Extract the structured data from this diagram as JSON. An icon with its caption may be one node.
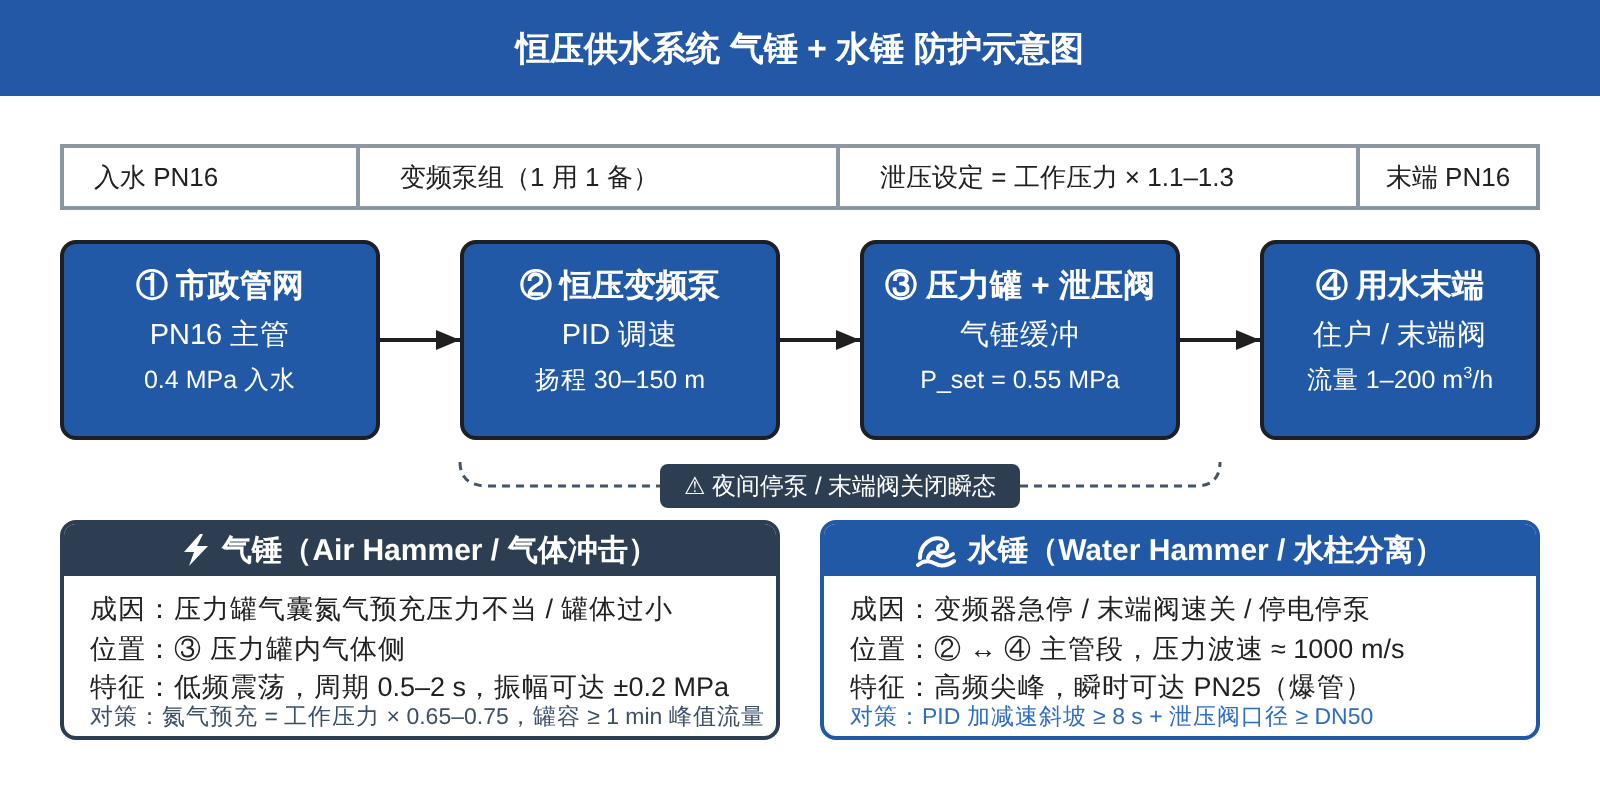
{
  "diagram": {
    "title": "恒压供水系统 气锤 + 水锤 防护示意图",
    "nodes": [
      {
        "text": [
          "① 市政管网",
          "PN16 主管",
          "0.4 MPa 入水"
        ]
      },
      {
        "text": [
          "② 恒压变频泵",
          "PID 调速",
          "扬程 30–150 m"
        ]
      },
      {
        "text": [
          "③ 压力罐 + 泄压阀",
          "气锤缓冲",
          "P_set = 0.55 MPa"
        ]
      },
      {
        "text": [
          "④ 用水末端",
          "住户 / 末端阀",
          "流量 1–200 m$^{3}$/h"
        ]
      },
      {
        "text": [
          "⚠ 夜间停泵 / 末端阀关闭瞬态"
        ]
      },
      {
        "text": [
          "气锤（Air Hammer / 气体冲击）",
          "成因：压力罐气囊氮气预充压力不当 / 罐体过小",
          "位置：③ 压力罐内气体侧",
          "特征：低频震荡，周期 0.5–2 s，振幅可达 ±0.2 MPa",
          "对策：氮气预充 = 工作压力 × 0.65–0.75，罐容 ≥ 1 min 峰值流量"
        ]
      },
      {
        "text": [
          "水锤（Water Hammer / 水柱分离）",
          "成因：变频器急停 / 末端阀速关 / 停电停泵",
          "位置：② ↔ ④ 主管段，压力波速 ≈ 1000 m/s",
          "特征：高频尖峰，瞬时可达 PN25（爆管）",
          "对策：PID 加减速斜坡 ≥ 8 s + 泄压阀口径 ≥ DN50"
        ]
      }
    ],
    "edges": [
      {
        "from": 0,
        "to": 1,
        "arrow": "to"
      },
      {
        "from": 1,
        "to": 2,
        "arrow": "to"
      },
      {
        "from": 2,
        "to": 3,
        "arrow": "to"
      }
    ],
    "labels": [
      "入水 PN16",
      "变频泵组（1 用 1 备）",
      "泄压设定 = 工作压力 × 1.1–1.3",
      "末端 PN16"
    ]
  }
}
